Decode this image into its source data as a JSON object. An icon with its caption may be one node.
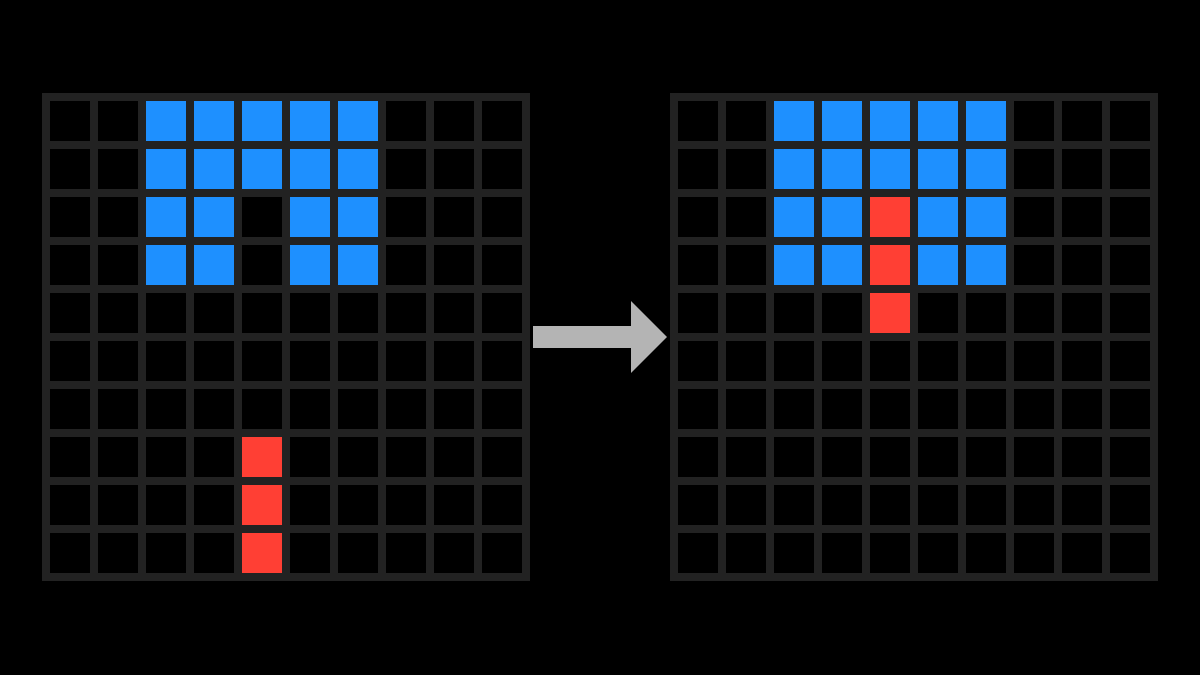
{
  "diagram": {
    "nodes": [
      {
        "text": [],
        "shape": "grid"
      },
      {
        "text": [],
        "shape": "grid"
      }
    ],
    "edges": [
      {
        "from": 0,
        "to": 1,
        "arrow": "to"
      }
    ]
  }
}
